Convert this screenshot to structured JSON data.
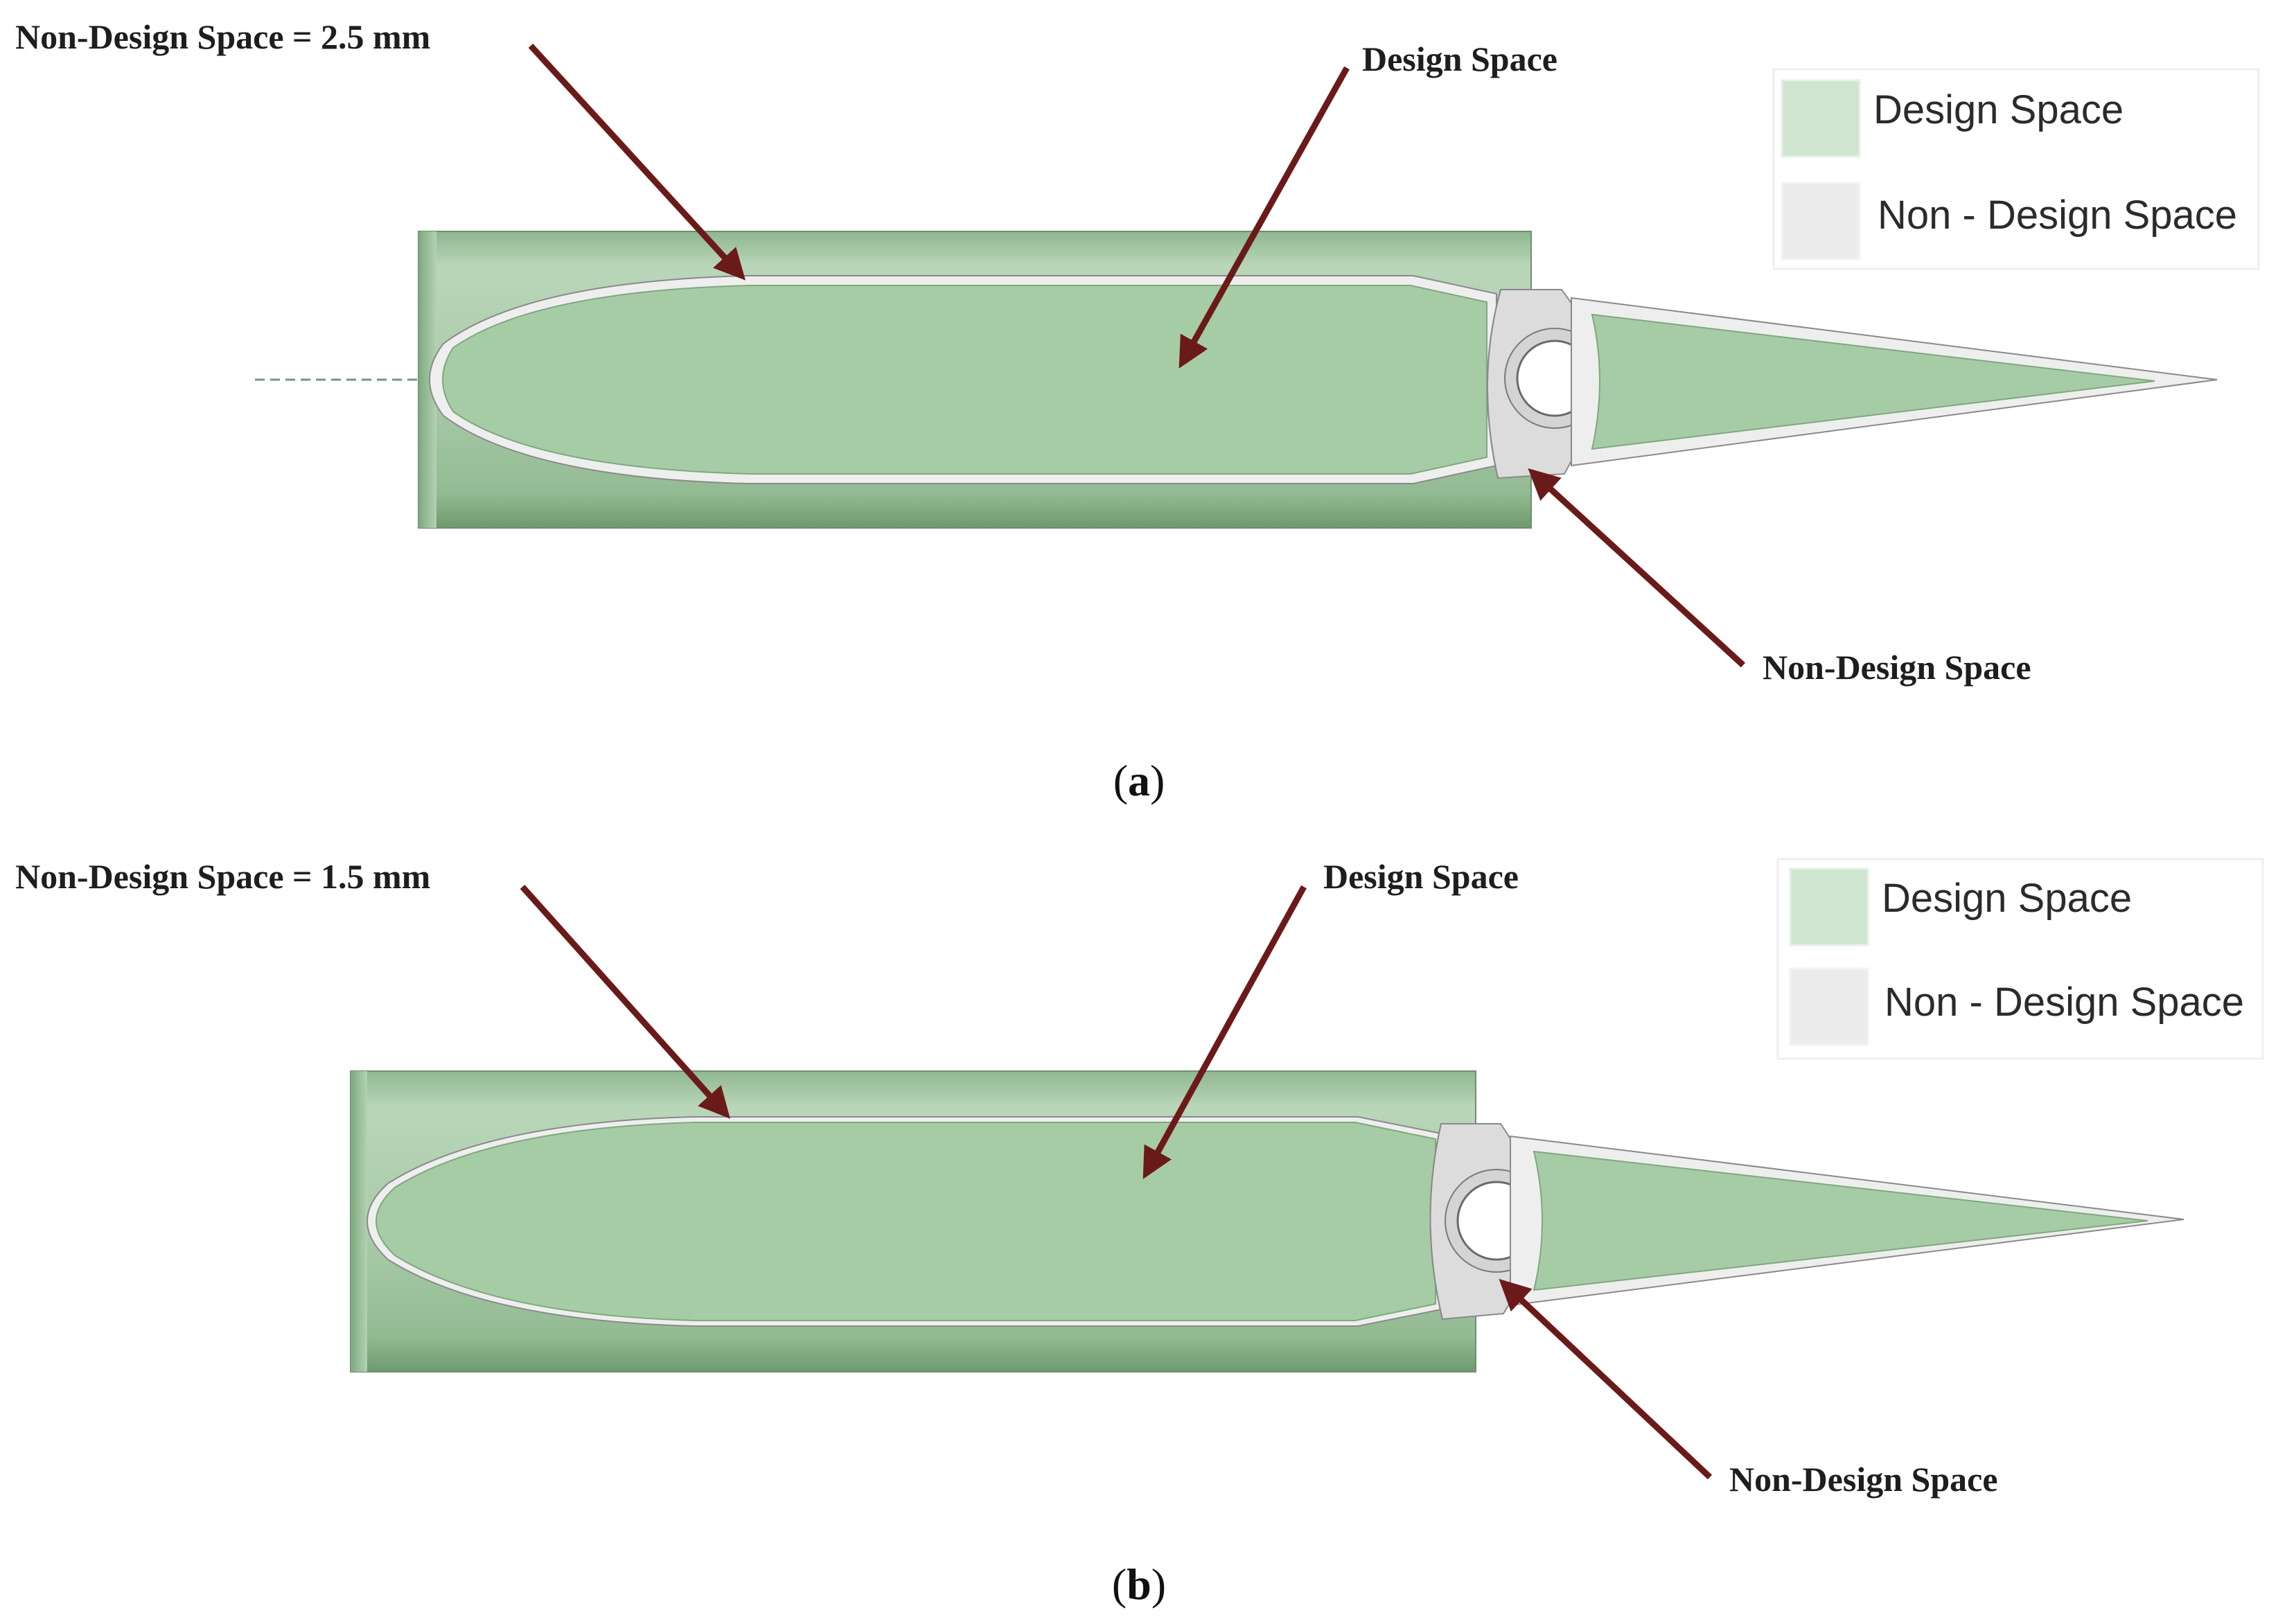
{
  "colors": {
    "design_space": "#a6cca6",
    "non_design_space": "#e8e8e8",
    "cylinder": "#b6d4b6",
    "arrow": "#6b1a1a"
  },
  "panels": [
    {
      "id": "a",
      "thickness_label": "Non-Design Space = 2.5 mm",
      "design_label": "Design Space",
      "non_design_label": "Non-Design Space",
      "legend": {
        "design": "Design Space",
        "non_design": "Non - Design Space"
      },
      "caption_open": "(",
      "caption_letter": "a",
      "caption_close": ")"
    },
    {
      "id": "b",
      "thickness_label": "Non-Design Space = 1.5 mm",
      "design_label": "Design Space",
      "non_design_label": "Non-Design Space",
      "legend": {
        "design": "Design Space",
        "non_design": "Non - Design Space"
      },
      "caption_open": "(",
      "caption_letter": "b",
      "caption_close": ")"
    }
  ]
}
